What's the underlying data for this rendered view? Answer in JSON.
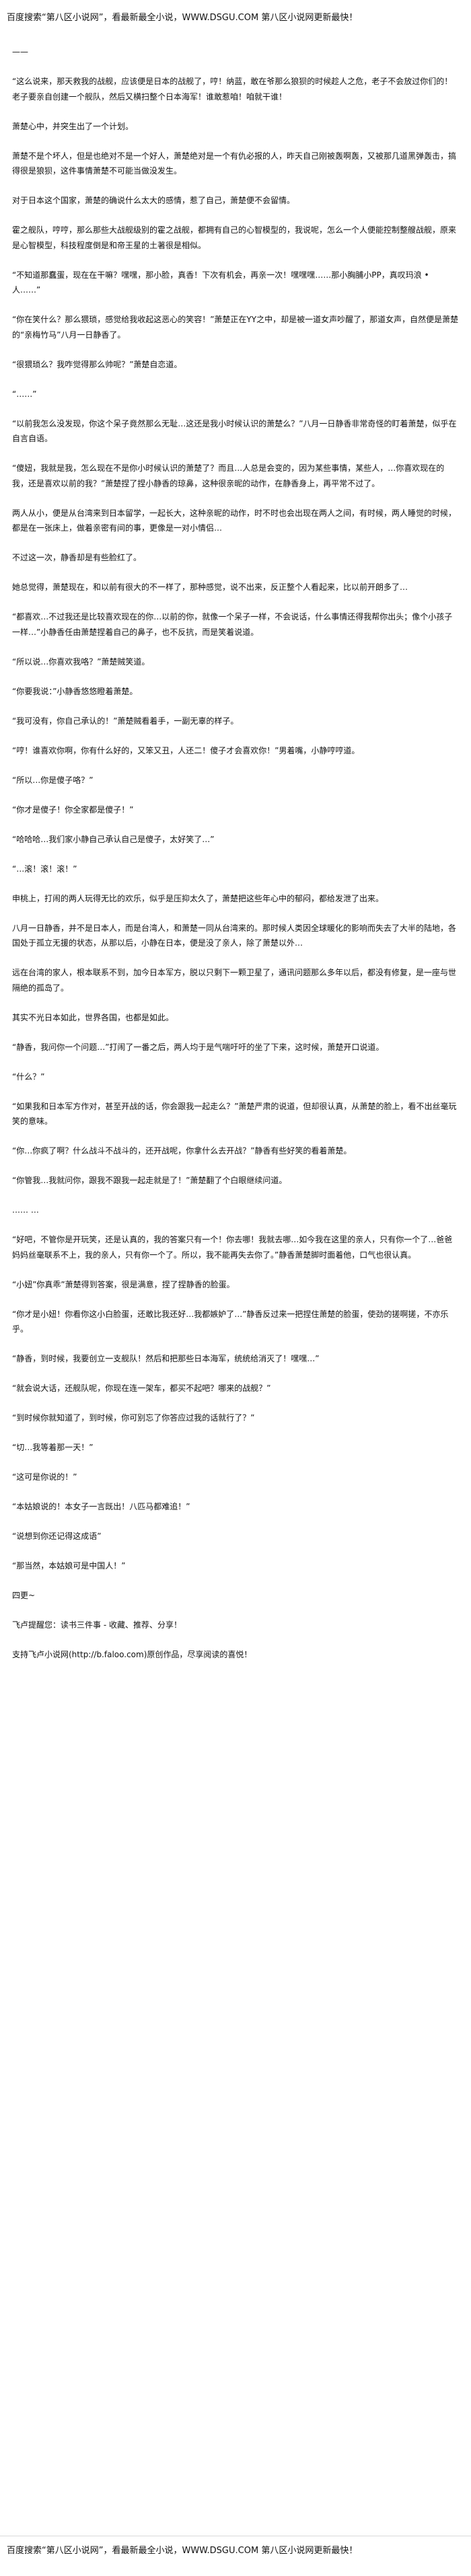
{
  "banner": {
    "top": "百度搜索“第八区小说网”，看最新最全小说，WWW.DSGU.COM  第八区小说网更新最快！",
    "bottom": "百度搜索“第八区小说网”，看最新最全小说，WWW.DSGU.COM  第八区小说网更新最快！"
  },
  "paragraphs": [
    "——",
    "“这么说来，那天救我的战舰，应该便是日本的战舰了，哼！纳蓝，敢在爷那么狼狈的时候趁人之危，老子不会放过你们的！老子要亲自创建一个舰队，然后又横扫整个日本海军！谁敢惹咱！咱就干谁！",
    "萧楚心中，并突生出了一个计划。",
    "萧楚不是个坏人，但是也绝对不是一个好人，萧楚绝对是一个有仇必报的人，昨天自己刚被轰啊轰，又被那几道黑弹轰击，搞得很是狼狈，这件事情萧楚不可能当做没发生。",
    "对于日本这个国家，萧楚的确说什么太大的感情，惹了自己，萧楚便不会留情。",
    "霍之舰队，哼哼，那么那些大战舰级别的霍之战舰，都拥有自己的心智模型的，我说呢，怎么一个人便能控制整艘战舰，原来是心智模型，科技程度倒是和帝王星的土著很是相似。",
    "“不知道那蠢蛋，现在在干嘛？嘿嘿，那小脸，真香！下次有机会，再亲一次！嘿嘿嘿……那小胸脯小PP，真叹玛浪 • 人……”",
    "“你在笑什么？那么猥琐，感觉给我收起这恶心的笑容！”萧楚正在YY之中，却是被一道女声吵醒了，那道女声，自然便是萧楚的“亲梅竹马”八月一日静香了。",
    "“很猥琐么？我咋觉得那么帅呢？”萧楚自恋道。",
    "“……”",
    "“以前我怎么没发现，你这个呆子竟然那么无耻…这还是我小时候认识的萧楚么？”八月一日静香非常奇怪的盯着萧楚，似乎在自言自语。",
    "“傻妞，我就是我，怎么现在不是你小时候认识的萧楚了？而且…人总是会变的，因为某些事情，某些人，…你喜欢现在的我，还是喜欢以前的我？”萧楚捏了捏小静香的琼鼻，这种很亲昵的动作，在静香身上，再平常不过了。",
    "两人从小，便是从台湾来到日本留学，一起长大，这种亲昵的动作，时不时也会出现在两人之间，有时候，两人睡觉的时候，都是在一张床上，做着亲密有间的事，更像是一对小情侣…",
    "不过这一次，静香却是有些脸红了。",
    "她总觉得，萧楚现在，和以前有很大的不一样了，那种感觉，说不出来，反正整个人看起来，比以前开朗多了…",
    "“都喜欢…不过我还是比较喜欢现在的你…以前的你，就像一个呆子一样，不会说话，什么事情还得我帮你出头；像个小孩子一样…”小静香任由萧楚捏着自己的鼻子，也不反抗，而是笑着说道。",
    "“所以说…你喜欢我咯？”萧楚贼笑道。",
    "“你要我说：”小静香悠悠瞪着萧楚。",
    "“我可没有，你自己承认的！”萧楚贼看着手，一副无辜的样子。",
    "“哼！谁喜欢你啊，你有什么好的，又笨又丑，人还二！傻子才会喜欢你！”男着嘴，小静哼哼道。",
    "“所以…你是傻子咯？”",
    "“你才是傻子！你全家都是傻子！”",
    "“哈哈哈…我们家小静自己承认自己是傻子，太好笑了…”",
    "“…滚！滚！滚！”",
    "申桃上，打闹的两人玩得无比的欢乐，似乎是压抑太久了，萧楚把这些年心中的郁闷，都给发泄了出来。",
    "八月一日静香，并不是日本人，而是台湾人，和萧楚一同从台湾来的。那时候人类因全球暖化的影响而失去了大半的陆地，各国处于孤立无援的状态，从那以后，小静在日本，便是没了亲人，除了萧楚以外…",
    "远在台湾的家人，根本联系不到，加今日本军方，脱以只剩下一颗卫星了，通讯问题那么多年以后，都没有修复，是一座与世隔绝的孤岛了。",
    "其实不光日本如此，世界各国，也都是如此。",
    "“静香，我问你一个问题…”打闹了一番之后，两人均于是气喘吁吁的坐了下来，这时候，萧楚开口说道。",
    "“什么？”",
    "“如果我和日本军方作对，甚至开战的话，你会跟我一起走么？”萧楚严肃的说道，但却很认真，从萧楚的脸上，看不出丝毫玩笑的意味。",
    "“你…你疯了啊？什么战斗不战斗的，还开战呢，你拿什么去开战？”静香有些好笑的看着萧楚。",
    "“你管我…我就问你，跟我不跟我一起走就是了！”萧楚翻了个白眼继续问道。",
    "…… …",
    "“好吧，不管你是开玩笑，还是认真的，我的答案只有一个！你去哪！我就去哪…如今我在这里的亲人，只有你一个了…爸爸妈妈丝毫联系不上，我的亲人，只有你一个了。所以，我不能再失去你了。”静香萧楚脚时面着他，口气也很认真。",
    "“小妞”你真乖”萧楚得到答案，很是满意，捏了捏静香的脸蛋。",
    "“你才是小妞！你看你这小白脸蛋，还敢比我还好…我都嫉妒了…”静香反过来一把捏住萧楚的脸蛋，使劲的搓啊搓，不亦乐乎。",
    "“静香，到时候，我要创立一支舰队！然后和把那些日本海军，统统给消灭了！嘿嘿…”",
    "“就会说大话，还舰队呢，你现在连一架车，都买不起吧？哪来的战舰？”",
    "“到时候你就知道了，到时候，你可别忘了你答应过我的话就行了？”",
    "“切…我等着那一天！”",
    "“这可是你说的！”",
    "“本姑娘说的！本女子一言既出！八匹马都难追！”",
    "“说想到你还记得这成语”",
    "“那当然，本姑娘可是中国人！”"
  ],
  "chapter_end": "四更~",
  "footer": {
    "remind": "飞卢提醒您：读书三件事 - 收藏、推荐、分享！",
    "support": "支持飞卢小说网(http://b.faloo.com)原创作品，尽享阅读的喜悦！"
  }
}
